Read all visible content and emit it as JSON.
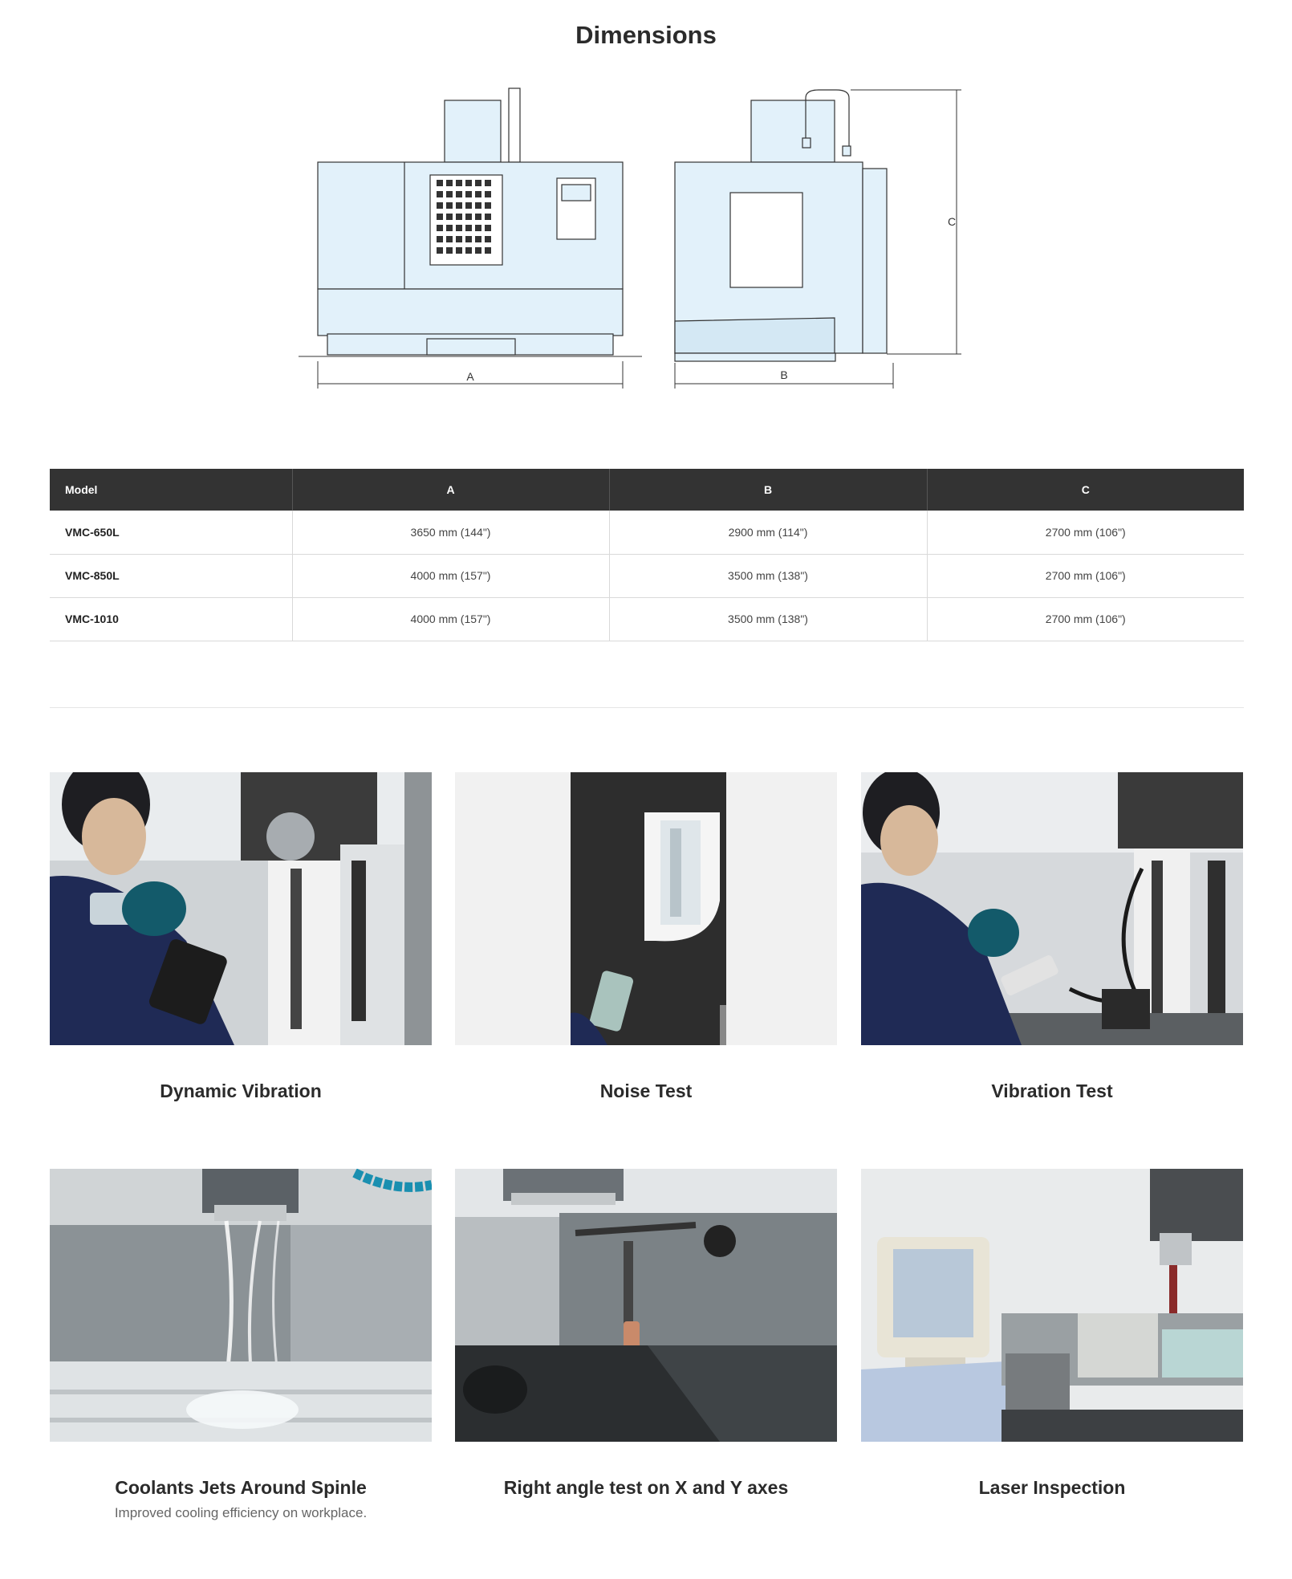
{
  "section_title": "Dimensions",
  "drawing_labels": {
    "a": "A",
    "b": "B",
    "c": "C"
  },
  "table": {
    "headers": [
      "Model",
      "A",
      "B",
      "C"
    ],
    "rows": [
      [
        "VMC-650L",
        "3650 mm (144\")",
        "2900 mm (114\")",
        "2700 mm (106\")"
      ],
      [
        "VMC-850L",
        "4000 mm (157\")",
        "3500 mm (138\")",
        "2700 mm (106\")"
      ],
      [
        "VMC-1010",
        "4000 mm (157\")",
        "3500 mm (138\")",
        "2700 mm (106\")"
      ]
    ]
  },
  "gallery": [
    {
      "caption": "Dynamic Vibration",
      "subtitle": ""
    },
    {
      "caption": "Noise Test",
      "subtitle": ""
    },
    {
      "caption": "Vibration Test",
      "subtitle": ""
    },
    {
      "caption": "Coolants Jets Around Spinle",
      "subtitle": "Improved cooling efficiency on workplace."
    },
    {
      "caption": "Right angle test on X and Y axes",
      "subtitle": ""
    },
    {
      "caption": "Laser Inspection",
      "subtitle": ""
    }
  ],
  "colors": {
    "header_bg": "#333333",
    "machine_fill": "#e2f1fa",
    "line": "#333333"
  }
}
